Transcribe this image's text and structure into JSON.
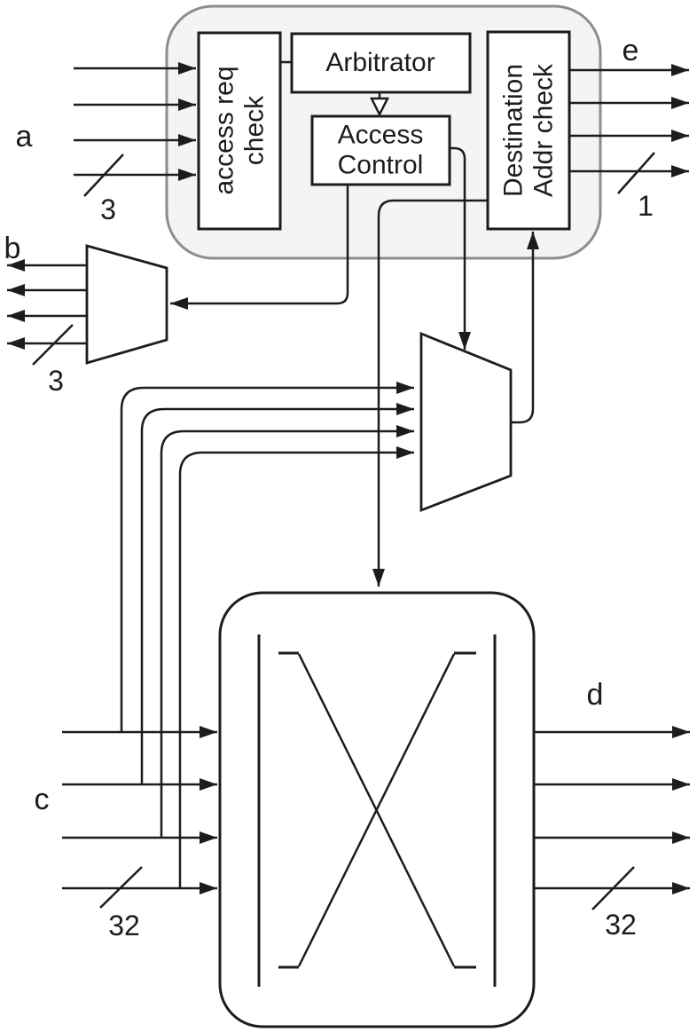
{
  "colors": {
    "line": "#1c1c1c",
    "panel_fill": "#f4f4f4",
    "panel_stroke": "#8d8d8d",
    "box_fill": "#ffffff"
  },
  "controller": {
    "access_req_check": "access req\ncheck",
    "arbitrator": "Arbitrator",
    "access_control": "Access\nControl",
    "destination_addr_check": "Destination\nAddr check"
  },
  "ports": {
    "a": {
      "label": "a",
      "bus_width": "3"
    },
    "b": {
      "label": "b",
      "bus_width": "3"
    },
    "c": {
      "label": "c",
      "bus_width": "32"
    },
    "d": {
      "label": "d",
      "bus_width": "32"
    },
    "e": {
      "label": "e",
      "bus_width": "1"
    }
  }
}
